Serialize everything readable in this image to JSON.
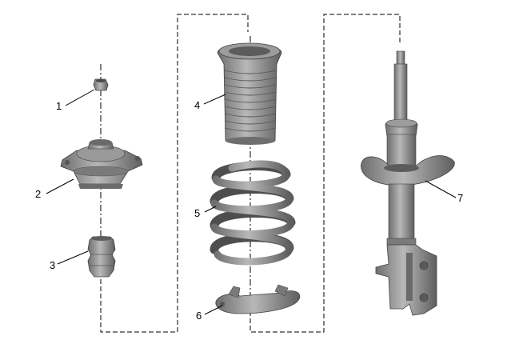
{
  "callouts": [
    {
      "label": "1"
    },
    {
      "label": "2"
    },
    {
      "label": "3"
    },
    {
      "label": "4"
    },
    {
      "label": "5"
    },
    {
      "label": "6"
    },
    {
      "label": "7"
    }
  ],
  "colors": {
    "part_fill": "#8a8a8a",
    "part_dark": "#5a5a5a",
    "part_light": "#b4b4b4",
    "line": "#000000"
  }
}
